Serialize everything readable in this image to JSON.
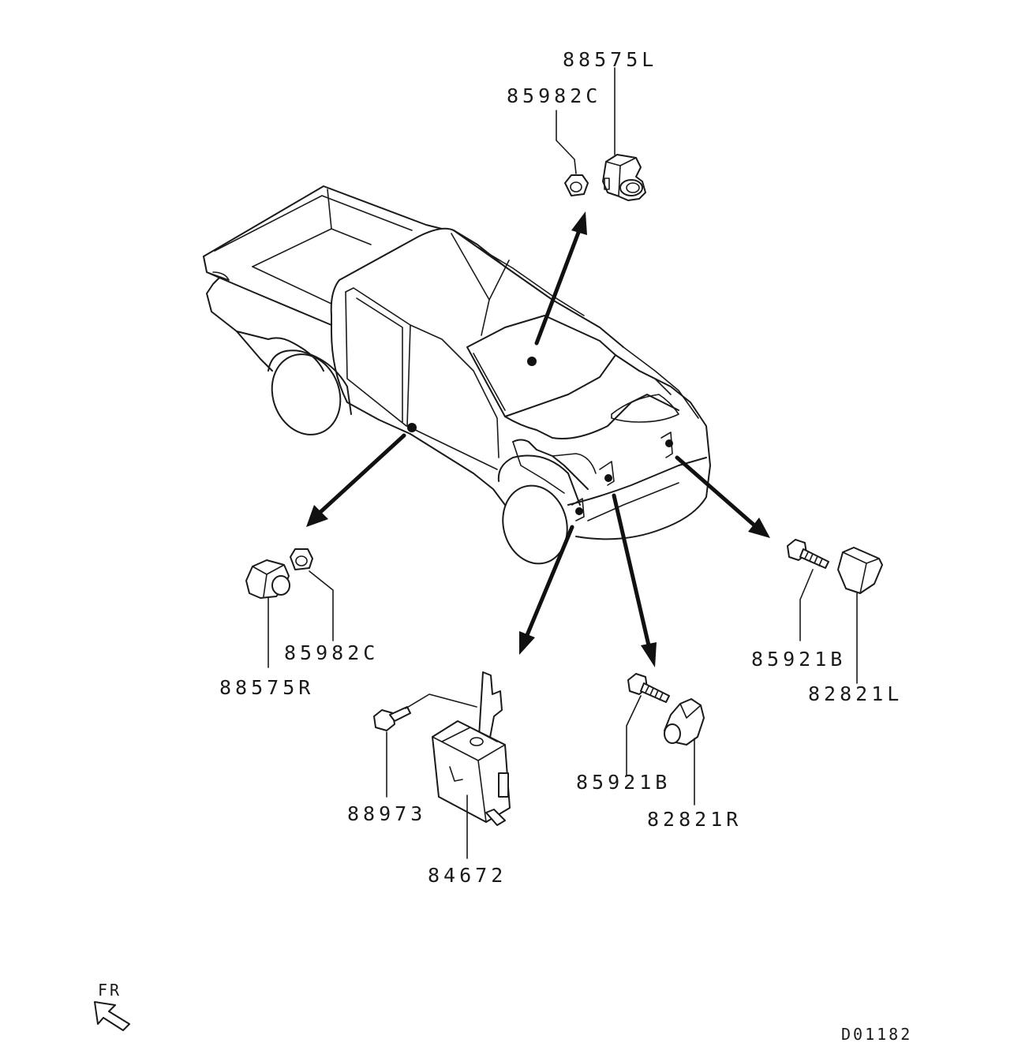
{
  "diagram": {
    "callouts": {
      "sensor_left_front": "88575L",
      "nut_top": "85982C",
      "nut_left": "85982C",
      "sensor_right_side": "88575R",
      "bolt_module": "88973",
      "module": "84672",
      "bolt_front_right": "85921B",
      "sensor_front_right": "82821R",
      "bolt_front_left": "85921B",
      "sensor_front_left": "82821L"
    },
    "direction_label": "FR",
    "drawing_code": "D01182"
  }
}
